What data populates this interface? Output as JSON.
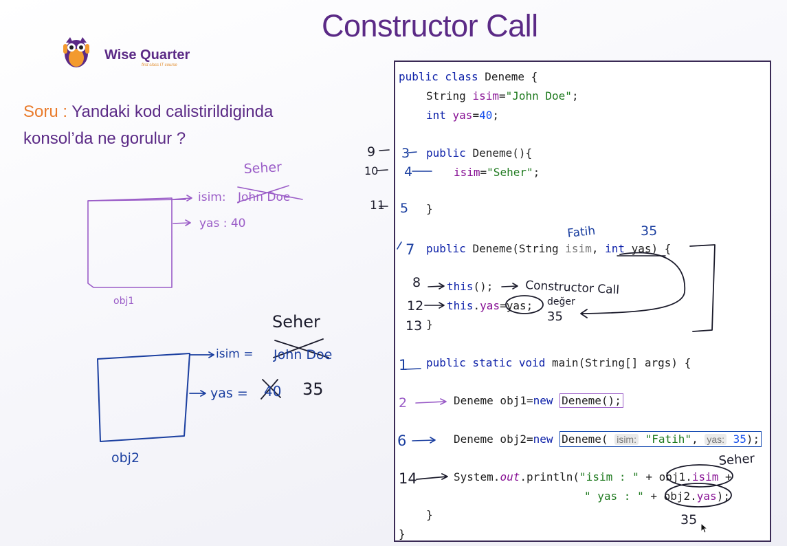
{
  "title": "Constructor Call",
  "logo": {
    "name": "Wise Quarter",
    "tagline": "first class IT course"
  },
  "question": {
    "label": "Soru :",
    "text": "Yandaki kod calistirildiginda konsol’da ne gorulur ?"
  },
  "code": {
    "line1": {
      "kw": "public class",
      "name": "Deneme",
      "brace": " {"
    },
    "line2": {
      "type": "String ",
      "field": "isim",
      "eq": "=",
      "value": "\"John Doe\"",
      "end": ";"
    },
    "line3": {
      "type": "int ",
      "field": "yas",
      "eq": "=",
      "value": "40",
      "end": ";"
    },
    "line4": {
      "kw": "public ",
      "name": "Deneme",
      "rest": "(){"
    },
    "line5": {
      "field": "isim",
      "eq": "=",
      "value": "\"Seher\"",
      "end": ";"
    },
    "line6": {
      "text": "}"
    },
    "line7": {
      "kw": "public ",
      "name": "Deneme",
      "open": "(String ",
      "p1": "isim",
      "comma": ", ",
      "kw2": "int ",
      "p2": "yas",
      "close": ") {"
    },
    "line8": {
      "kw": "this",
      "rest": "();"
    },
    "line9": {
      "kw": "this",
      "dot": ".",
      "field": "yas",
      "eq": "=",
      "value": "yas",
      "end": ";"
    },
    "line10": {
      "text": "}"
    },
    "line11": {
      "kw": "public static void ",
      "name": "main",
      "rest": "(String[] args) {"
    },
    "line12": {
      "pre": "Deneme obj1=",
      "kw": "new ",
      "ctor": "Deneme();"
    },
    "line13": {
      "pre": "Deneme obj2=",
      "kw": "new ",
      "ctor": "Deneme(",
      "hint1": "isim:",
      "arg1": "\"Fatih\"",
      "comma": ", ",
      "hint2": "yas:",
      "arg2": "35",
      "end": ");"
    },
    "line14": {
      "pre": "System.",
      "out": "out",
      "mid": ".println(",
      "str": "\"isim : \"",
      "plus": " + ",
      "obj": "obj1.",
      "field": "isim",
      "tail": " +"
    },
    "line15": {
      "str": "\" yas : \"",
      "plus": " + ",
      "obj": "obj2.",
      "field": "yas",
      "end": ");"
    },
    "line16": {
      "text": "}"
    },
    "line17": {
      "text": "}"
    }
  },
  "annotations": {
    "seher_top": "Seher",
    "isim_top": "isim:",
    "john_doe_top": "John Doe",
    "yas_top": "yas : 40",
    "obj1": "obj1",
    "seher_mid": "Seher",
    "isim_mid": "isim =",
    "john_doe_mid": "John Doe",
    "yas_mid": "yas =",
    "forty": "40",
    "thirtyfive_mid": "35",
    "obj2": "obj2",
    "n9": "9",
    "n10": "10",
    "n11": "11",
    "n3": "3",
    "n4": "4",
    "n5": "5",
    "n7": "7",
    "fatih": "Fatih",
    "thirtyfive_param": "35",
    "n8": "8",
    "constructor_call": "Constructor Call",
    "n12": "12",
    "deger": "değer",
    "thirtyfive_value": "35",
    "n13": "13",
    "n1": "1",
    "n2": "2",
    "n6": "6",
    "n14": "14",
    "seher_out": "Seher",
    "thirtyfive_out": "35"
  },
  "colors": {
    "title": "#5b2a86",
    "accent": "#e97b2c",
    "ink_blue": "#1b3fa0",
    "ink_black": "#1a1a2a",
    "ink_purple": "#9a5cc7"
  }
}
